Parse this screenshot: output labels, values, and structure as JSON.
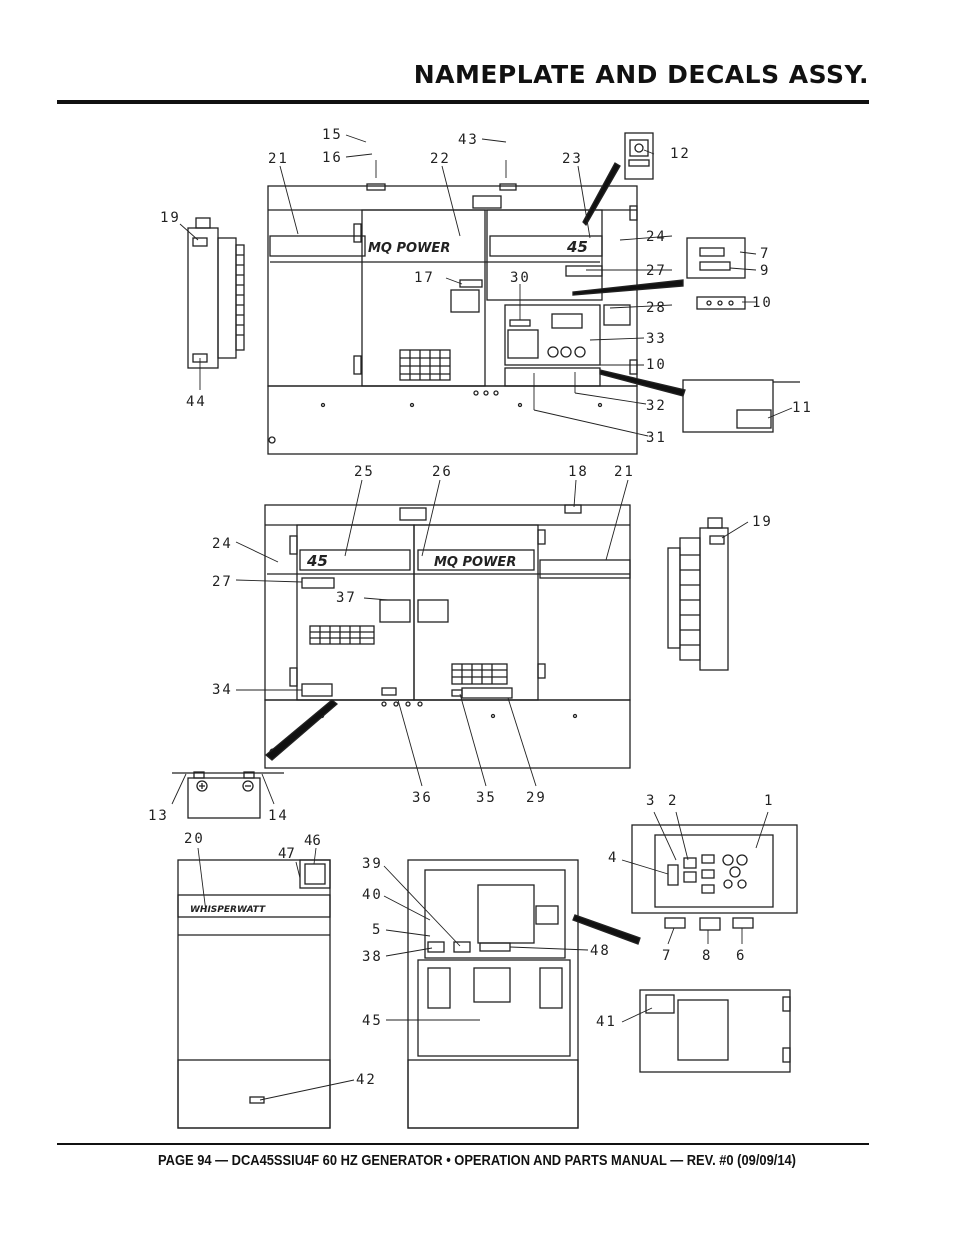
{
  "page": {
    "title": "NAMEPLATE AND DECALS ASSY.",
    "footer": "PAGE 94 — DCA45SSIU4F 60 HZ GENERATOR • OPERATION AND PARTS MANUAL — REV. #0 (09/09/14)"
  },
  "decals": {
    "brand_label": "MQ POWER",
    "model_label": "45",
    "whisperwatt_label": "WHISPERWATT"
  },
  "callouts": {
    "c1": "1",
    "c2": "2",
    "c3": "3",
    "c4": "4",
    "c5": "5",
    "c6": "6",
    "c7": "7",
    "c8": "8",
    "c9": "9",
    "c10": "10",
    "c11": "11",
    "c12": "12",
    "c13": "13",
    "c14": "14",
    "c15": "15",
    "c16": "16",
    "c17": "17",
    "c18": "18",
    "c19": "19",
    "c20": "20",
    "c21": "21",
    "c22": "22",
    "c23": "23",
    "c24": "24",
    "c25": "25",
    "c26": "26",
    "c27": "27",
    "c28": "28",
    "c29": "29",
    "c30": "30",
    "c31": "31",
    "c32": "32",
    "c33": "33",
    "c34": "34",
    "c35": "35",
    "c36": "36",
    "c37": "37",
    "c38": "38",
    "c39": "39",
    "c40": "40",
    "c41": "41",
    "c42": "42",
    "c43": "43",
    "c44": "44",
    "c45": "45",
    "c46": "46",
    "c47": "47",
    "c48": "48"
  }
}
